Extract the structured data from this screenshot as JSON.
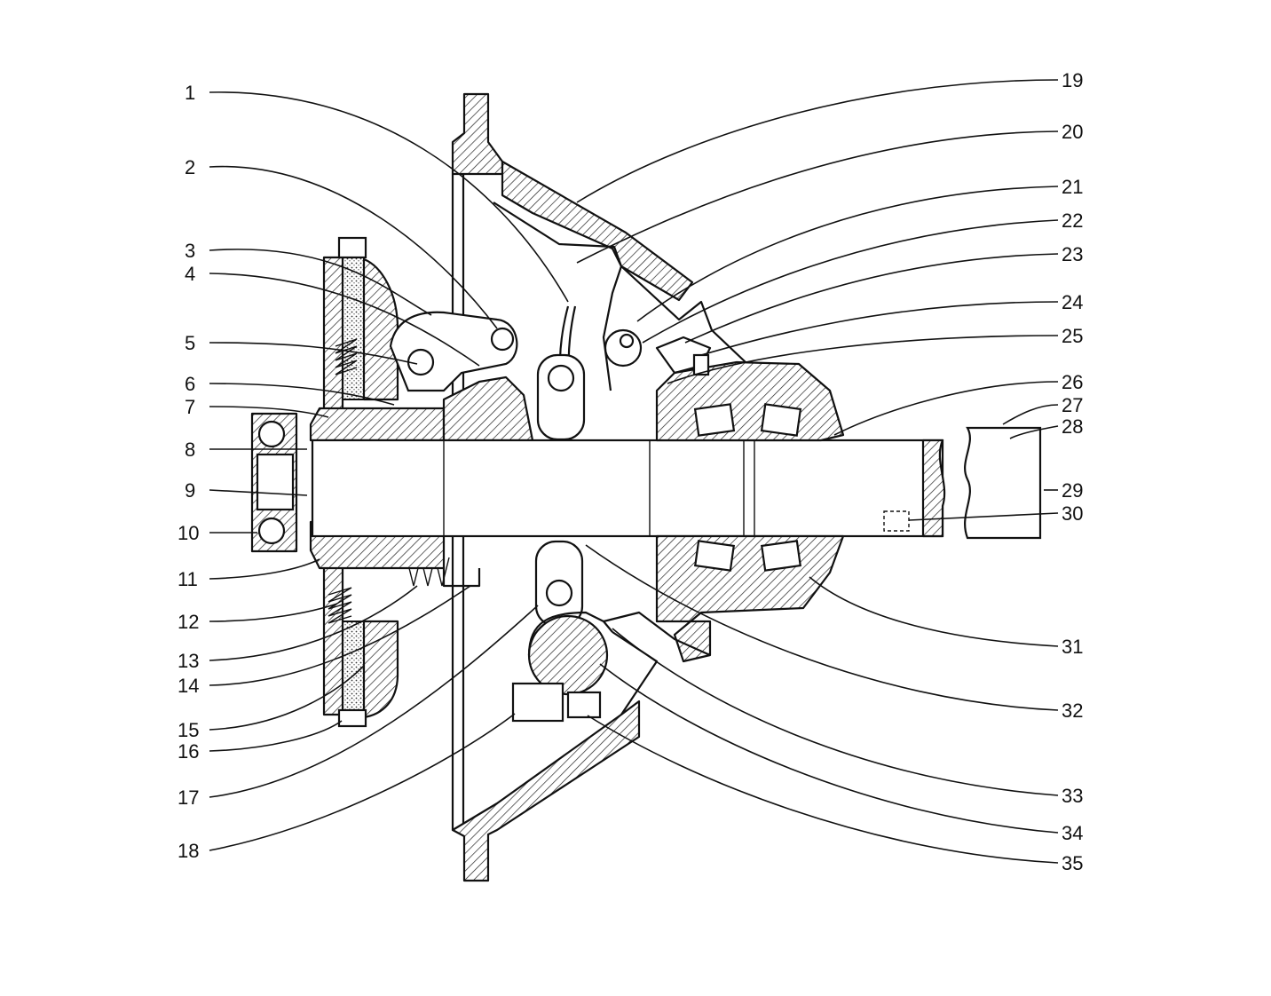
{
  "diagram": {
    "type": "mechanical-cross-section",
    "callouts": [
      "1",
      "2",
      "3",
      "4",
      "5",
      "6",
      "7",
      "8",
      "9",
      "10",
      "11",
      "12",
      "13",
      "14",
      "15",
      "16",
      "17",
      "18",
      "19",
      "20",
      "21",
      "22",
      "23",
      "24",
      "25",
      "26",
      "27",
      "28",
      "29",
      "30",
      "31",
      "32",
      "33",
      "34",
      "35"
    ]
  }
}
